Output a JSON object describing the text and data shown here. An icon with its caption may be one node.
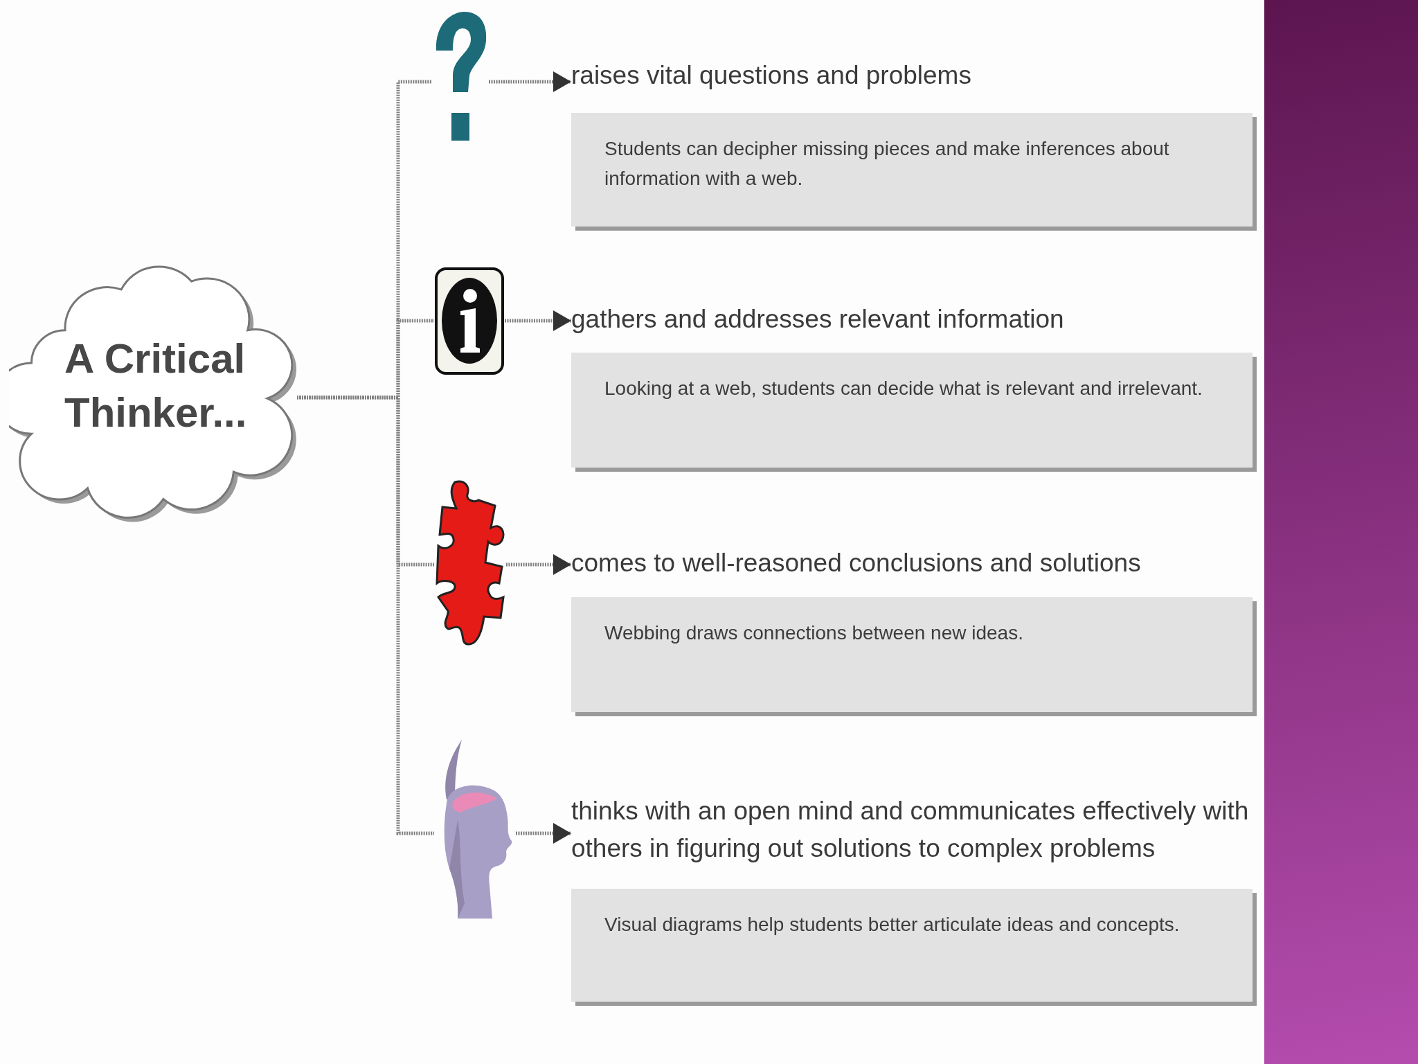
{
  "diagram": {
    "nodes": [
      {
        "text": [
          "A Critical Thinker..."
        ]
      },
      {
        "text": [],
        "shape": "picture"
      },
      {
        "text": [
          "raises vital questions and problems"
        ]
      },
      {
        "text": [
          "Students can decipher missing pieces and make inferences about information with a web."
        ]
      },
      {
        "text": [],
        "shape": "picture"
      },
      {
        "text": [
          "gathers and addresses relevant information"
        ]
      },
      {
        "text": [
          "Looking at a web, students can decide what is relevant and irrelevant."
        ]
      },
      {
        "text": [],
        "shape": "picture"
      },
      {
        "text": [
          "comes to well-reasoned conclusions and solutions"
        ]
      },
      {
        "text": [
          "Webbing draws connections between new ideas."
        ]
      },
      {
        "text": [],
        "shape": "picture"
      },
      {
        "text": [
          "thinks with an open mind and communicates effectively with others in figuring out solutions to complex problems"
        ]
      },
      {
        "text": [
          "Visual diagrams help students better articulate ideas and concepts."
        ]
      }
    ],
    "edges": [
      {
        "from": 0,
        "to": 1,
        "arrow": "none"
      },
      {
        "from": 0,
        "to": 4,
        "arrow": "none"
      },
      {
        "from": 0,
        "to": 7,
        "arrow": "none"
      },
      {
        "from": 0,
        "to": 10,
        "arrow": "none"
      },
      {
        "from": 1,
        "to": 2,
        "arrow": "to"
      },
      {
        "from": 4,
        "to": 5,
        "arrow": "to"
      },
      {
        "from": 7,
        "to": 8,
        "arrow": "to"
      },
      {
        "from": 10,
        "to": 11,
        "arrow": "to"
      }
    ]
  }
}
